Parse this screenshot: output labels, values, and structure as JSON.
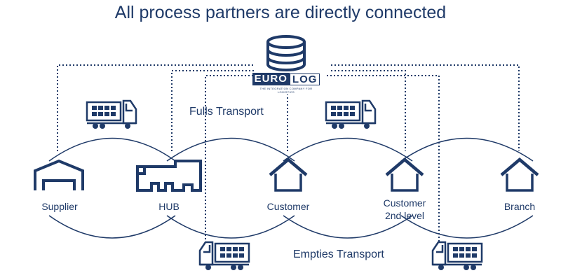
{
  "title": "All process partners are directly connected",
  "logo": {
    "part1": "EURO",
    "part2": "LOG",
    "tagline": "THE INTEGRATION COMPANY FOR LOGISTICS"
  },
  "transports": {
    "fulls": "Fulls Transport",
    "empties": "Empties Transport"
  },
  "nodes": [
    {
      "label": "Supplier",
      "icon": "warehouse-icon"
    },
    {
      "label": "HUB",
      "icon": "factory-icon"
    },
    {
      "label": "Customer",
      "icon": "house-icon"
    },
    {
      "label": "Customer",
      "label2": "2nd level",
      "icon": "house-icon"
    },
    {
      "label": "Branch",
      "icon": "house-icon"
    }
  ],
  "colors": {
    "primary": "#1f3a68"
  }
}
